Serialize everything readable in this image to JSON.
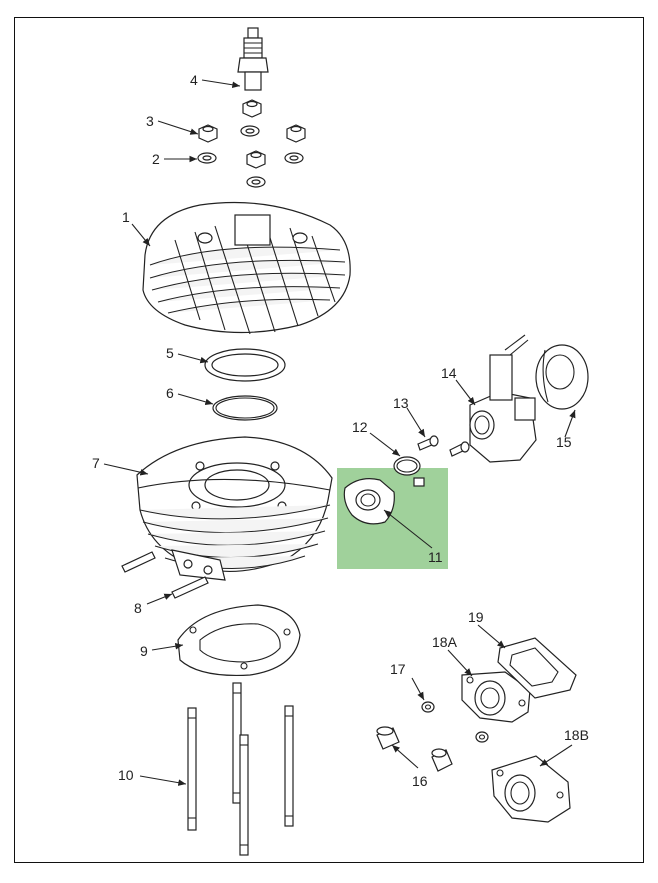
{
  "highlight_color": "#8fc98a",
  "callouts": {
    "c1": "1",
    "c2": "2",
    "c3": "3",
    "c4": "4",
    "c5": "5",
    "c6": "6",
    "c7": "7",
    "c8": "8",
    "c9": "9",
    "c10": "10",
    "c11": "11",
    "c12": "12",
    "c13": "13",
    "c14": "14",
    "c15": "15",
    "c16": "16",
    "c17": "17",
    "c18a": "18A",
    "c18b": "18B",
    "c19": "19"
  }
}
